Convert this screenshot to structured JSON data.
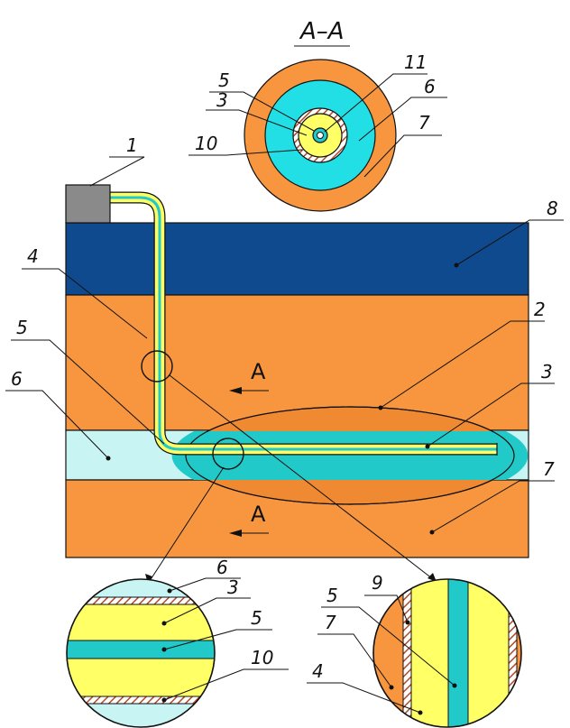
{
  "section_title": "A–A",
  "section_marker": "A",
  "colors": {
    "formation": "#f7963f",
    "caprock": "#0f4a8e",
    "reservoir_light": "#c8f4f4",
    "ellipse": "#f08a32",
    "cyan_zone": "#22c9c9",
    "tube_yellow": "#ffff66",
    "inner_cyan": "#22dfe6",
    "wellhead": "#8a8a8a",
    "hatch": "#b04b2b"
  },
  "section_view": {
    "labels": [
      {
        "text": "5"
      },
      {
        "text": "11"
      },
      {
        "text": "3"
      },
      {
        "text": "6"
      },
      {
        "text": "10"
      },
      {
        "text": "7"
      }
    ]
  },
  "main_view": {
    "labels": [
      {
        "text": "1"
      },
      {
        "text": "8"
      },
      {
        "text": "4"
      },
      {
        "text": "2"
      },
      {
        "text": "5"
      },
      {
        "text": "3"
      },
      {
        "text": "6"
      },
      {
        "text": "7"
      }
    ]
  },
  "detail_left": {
    "labels": [
      {
        "text": "6"
      },
      {
        "text": "3"
      },
      {
        "text": "5"
      },
      {
        "text": "10"
      }
    ]
  },
  "detail_right": {
    "labels": [
      {
        "text": "5"
      },
      {
        "text": "9"
      },
      {
        "text": "7"
      },
      {
        "text": "4"
      }
    ]
  }
}
